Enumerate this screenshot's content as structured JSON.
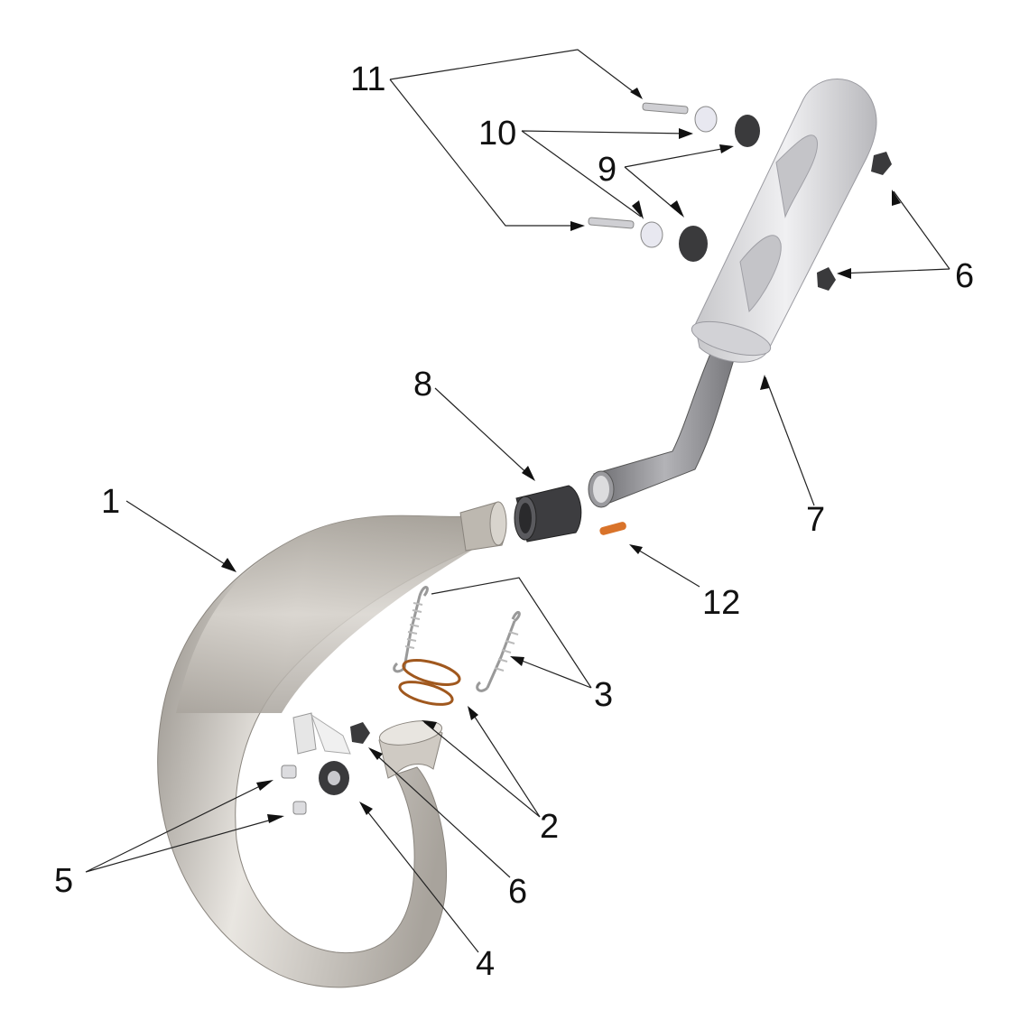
{
  "callouts": [
    {
      "number": "1",
      "part": "expansion-chamber"
    },
    {
      "number": "2",
      "part": "o-rings"
    },
    {
      "number": "3",
      "part": "springs"
    },
    {
      "number": "4",
      "part": "rubber-mount"
    },
    {
      "number": "5",
      "part": "bolts-lower"
    },
    {
      "number": "6",
      "part": "nut"
    },
    {
      "number": "6",
      "part": "nuts-silencer"
    },
    {
      "number": "7",
      "part": "silencer"
    },
    {
      "number": "8",
      "part": "coupling-sleeve"
    },
    {
      "number": "9",
      "part": "grommets"
    },
    {
      "number": "10",
      "part": "bushings"
    },
    {
      "number": "11",
      "part": "bolts-upper"
    },
    {
      "number": "12",
      "part": "pin"
    }
  ],
  "colors": {
    "pipe": "#c9c4bc",
    "silencer": "#d6d6d8",
    "tube": "#8e8e92",
    "rubber": "#3a3a3c",
    "copper": "#a0581e",
    "orange": "#d9732a"
  }
}
